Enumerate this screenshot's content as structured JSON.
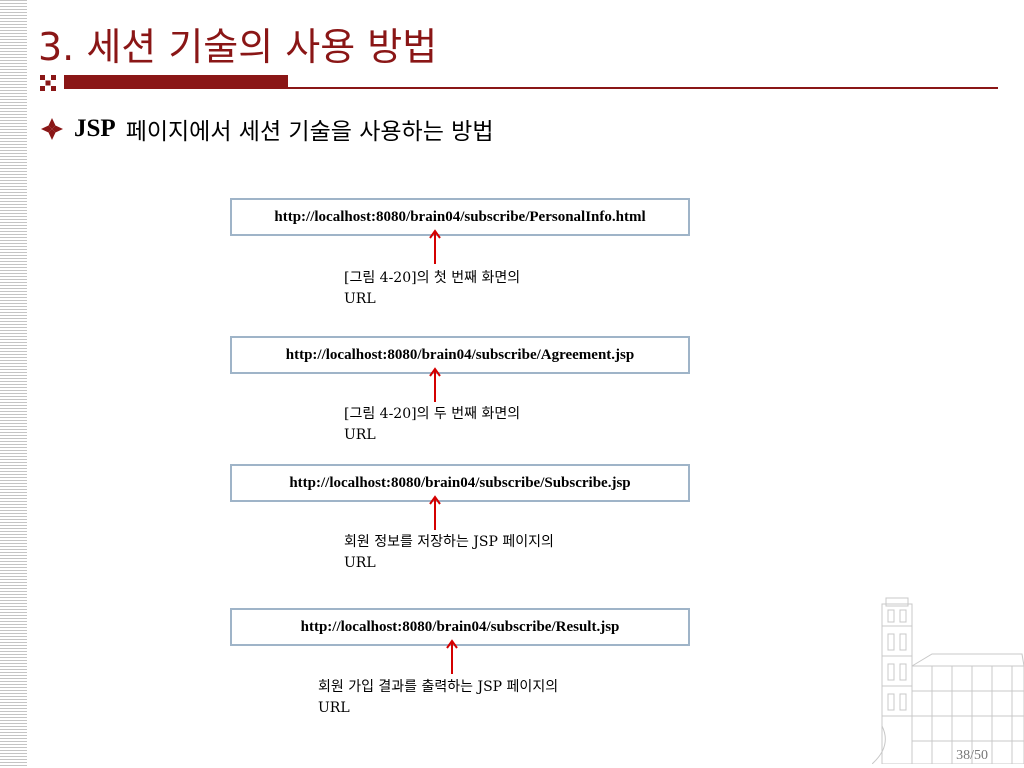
{
  "slide": {
    "title": "3. 세션 기술의 사용 방법",
    "bullet": {
      "strong": "JSP",
      "rest": "페이지에서 세션 기술을 사용하는 방법"
    },
    "items": [
      {
        "url": "http://localhost:8080/brain04/subscribe/PersonalInfo.html",
        "caption_line1": "[그림 4-20]의 첫 번째 화면의",
        "caption_line2": "URL"
      },
      {
        "url": "http://localhost:8080/brain04/subscribe/Agreement.jsp",
        "caption_line1": "[그림 4-20]의 두 번째 화면의",
        "caption_line2": "URL"
      },
      {
        "url": "http://localhost:8080/brain04/subscribe/Subscribe.jsp",
        "caption_line1": "회원 정보를 저장하는 JSP 페이지의",
        "caption_line2": "URL"
      },
      {
        "url": "http://localhost:8080/brain04/subscribe/Result.jsp",
        "caption_line1": "회원 가입 결과를 출력하는 JSP 페이지의",
        "caption_line2": "URL"
      }
    ],
    "page_number": "38/50",
    "colors": {
      "title": "#8a1616",
      "box_border": "#9fb4c8",
      "arrow": "#d40000"
    }
  }
}
